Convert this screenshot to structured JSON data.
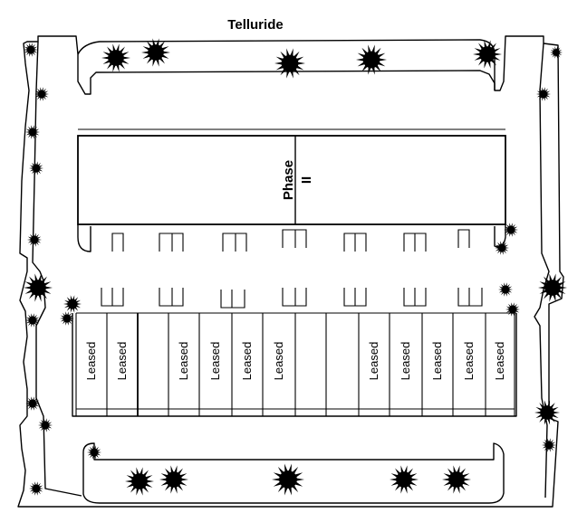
{
  "map": {
    "street_label": "Telluride",
    "building_label": "Phase",
    "building_phase_numeral": "II",
    "unit_label": "Leased",
    "leased_units": [
      {
        "position": 1,
        "status": "Leased"
      },
      {
        "position": 2,
        "status": "Leased"
      },
      {
        "position": 3,
        "status": ""
      },
      {
        "position": 4,
        "status": "Leased"
      },
      {
        "position": 5,
        "status": "Leased"
      },
      {
        "position": 6,
        "status": "Leased"
      },
      {
        "position": 7,
        "status": "Leased"
      },
      {
        "position": 8,
        "status": ""
      },
      {
        "position": 9,
        "status": ""
      },
      {
        "position": 10,
        "status": "Leased"
      },
      {
        "position": 11,
        "status": "Leased"
      },
      {
        "position": 12,
        "status": "Leased"
      },
      {
        "position": 13,
        "status": "Leased"
      },
      {
        "position": 14,
        "status": "Leased"
      }
    ]
  }
}
